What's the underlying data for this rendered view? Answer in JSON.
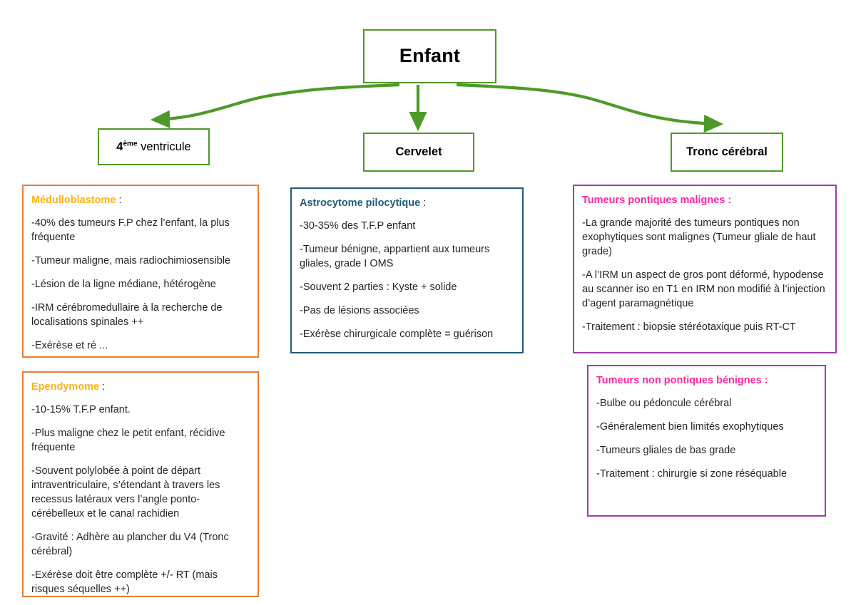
{
  "diagram": {
    "title_node": "Enfant",
    "accent_green": "#4e9a28",
    "accent_orange": "#ed7d31",
    "accent_orange_title": "#ffb114",
    "accent_blue": "#1f5c7a",
    "accent_magenta": "#a03cab",
    "accent_magenta_title": "#fa28a0"
  },
  "nodes": {
    "root": {
      "label": "Enfant"
    },
    "ventricle": {
      "label_prefix": "4",
      "label_sup": "ème",
      "label_suffix": " ventricule"
    },
    "cervelet": {
      "label": "Cervelet"
    },
    "tronc": {
      "label": "Tronc cérébral"
    }
  },
  "cards": [
    {
      "id": "medulloblastome",
      "title": "Médulloblastome",
      "title_colon": " :",
      "bullets": [
        "-40% des tumeurs F.P chez l’enfant, la plus fréquente",
        "-Tumeur maligne, mais radiochimiosensible",
        "-Lésion de la ligne médiane, hétérogène",
        "-IRM cérébromedullaire à la recherche de localisations spinales ++",
        "-Exérèse et ré ..."
      ]
    },
    {
      "id": "ependymome",
      "title": "Ependymome",
      "title_colon": " :",
      "bullets": [
        "-10-15% T.F.P enfant.",
        "-Plus maligne chez le petit enfant, récidive fréquente",
        "-Souvent polylobée à point de départ intraventriculaire, s’étendant à travers les recessus latéraux vers l’angle ponto-cérébelleux et le canal rachidien",
        "-Gravité : Adhère au plancher du V4 (Tronc cérébral)",
        "-Exérèse doit être complète +/- RT (mais risques séquelles ++)"
      ]
    },
    {
      "id": "astrocytome",
      "title": "Astrocytome pilocytique",
      "title_colon": " :",
      "bullets": [
        "-30-35% des T.F.P enfant",
        "-Tumeur bénigne, appartient aux tumeurs gliales, grade I OMS",
        "-Souvent 2 parties : Kyste + solide",
        "-Pas de lésions associées",
        "-Exérèse chirurgicale complète = guérison"
      ]
    },
    {
      "id": "pontiques-malignes",
      "title": "Tumeurs pontiques malignes :",
      "title_colon": "",
      "bullets": [
        "-La grande majorité des tumeurs pontiques non exophytiques sont malignes (Tumeur gliale de haut grade)",
        "-A l’IRM un aspect de gros pont déformé, hypodense au scanner iso en T1 en IRM non modifié à l’injection d’agent paramagnétique",
        "-Traitement : biopsie stéréotaxique puis RT-CT"
      ]
    },
    {
      "id": "non-pontiques",
      "title": "Tumeurs non pontiques bénignes :",
      "title_colon": "",
      "bullets": [
        "-Bulbe ou pédoncule cérébral",
        "-Généralement bien limités exophytiques",
        "-Tumeurs gliales de bas grade",
        "-Traitement : chirurgie si zone réséquable"
      ]
    }
  ]
}
